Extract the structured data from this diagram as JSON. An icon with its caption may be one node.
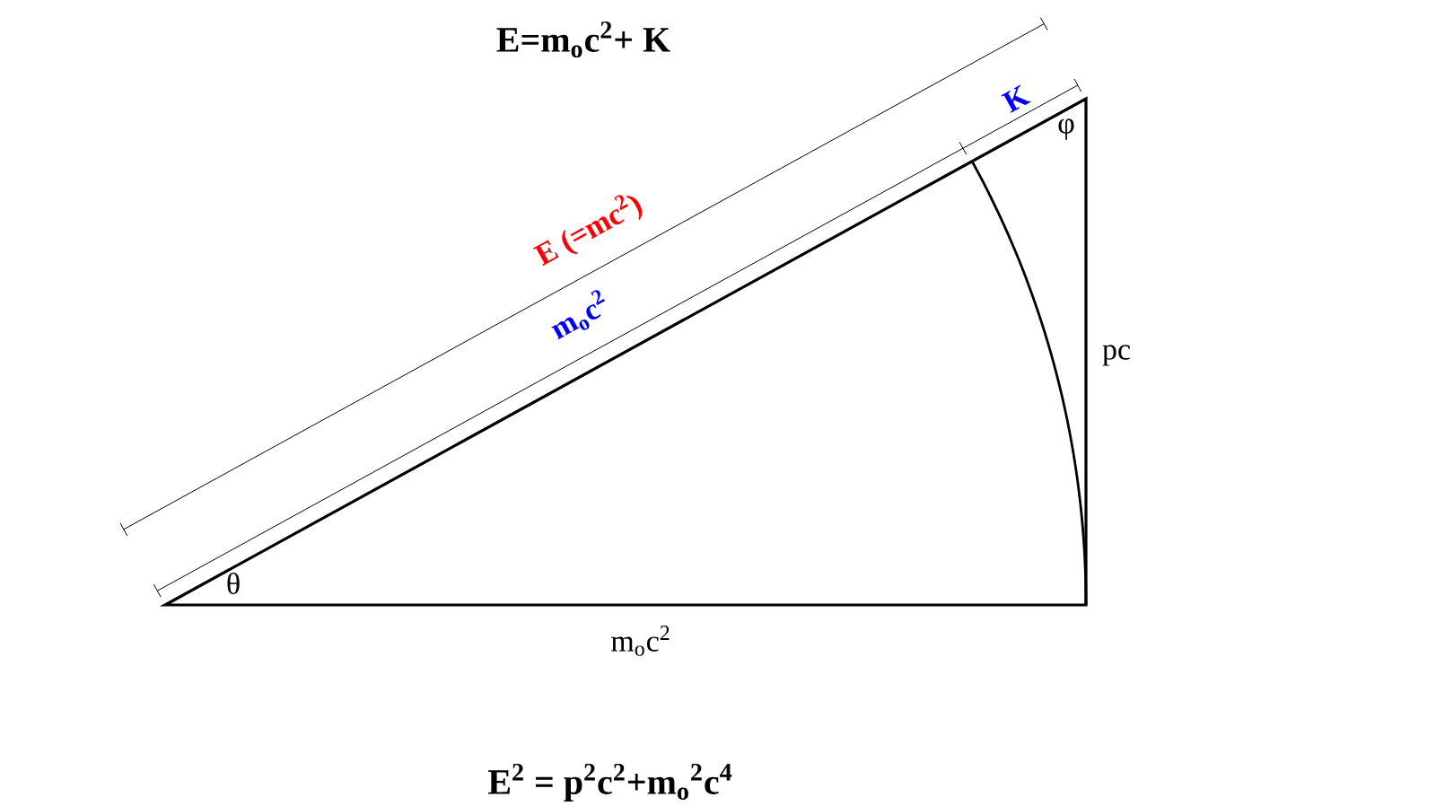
{
  "diagram": {
    "title": "E=m$_{o}$c$^{2}$+ K",
    "labels": [
      "K",
      "E (=mc$^{2}$)",
      "φ",
      "m$_{o}$c$^{2}$",
      "pc",
      "θ",
      "m$_{o}$c$^{2}$",
      "E$^{2}$ = p$^{2}$c$^{2}$+m$_{o}$$^{2}$c$^{4}$"
    ]
  }
}
